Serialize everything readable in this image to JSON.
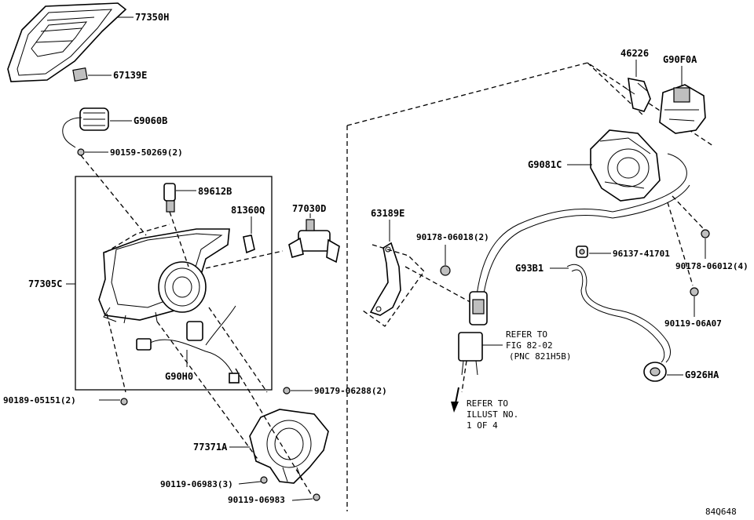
{
  "diagram_id": "84Q648",
  "callouts": {
    "p77350H": "77350H",
    "p67139E": "67139E",
    "pG9060B": "G9060B",
    "p90159": "90159-50269(2)",
    "p89612B": "89612B",
    "p81360Q": "81360Q",
    "p77030D": "77030D",
    "p77305C": "77305C",
    "pG90H0": "G90H0",
    "p90189": "90189-05151(2)",
    "p90179": "90179-06288(2)",
    "p77371A": "77371A",
    "p90119_3": "90119-06983(3)",
    "p90119_1": "90119-06983",
    "p63189E": "63189E",
    "p90178_2": "90178-06018(2)",
    "p46226": "46226",
    "pG90F0A": "G90F0A",
    "pG9081C": "G9081C",
    "p96137": "96137-41701",
    "pG93B1": "G93B1",
    "p90178_4": "90178-06012(4)",
    "p90119_A07": "90119-06A07",
    "pG926HA": "G926HA"
  },
  "notes": {
    "refer_fig_line1": "REFER TO",
    "refer_fig_line2": "FIG 82-02",
    "refer_fig_line3": "(PNC 821H5B)",
    "refer_illust_line1": "REFER TO",
    "refer_illust_line2": "ILLUST NO.",
    "refer_illust_line3": "1 OF 4"
  }
}
